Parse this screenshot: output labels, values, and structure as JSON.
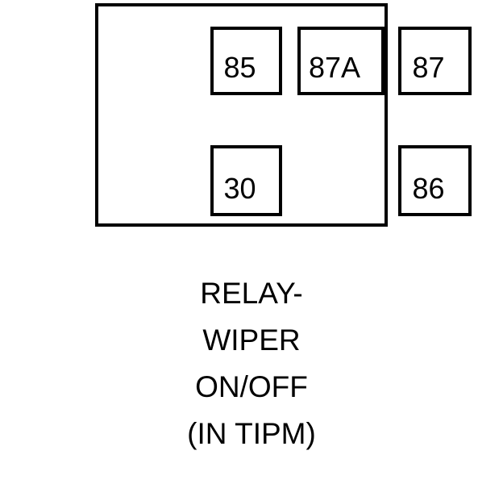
{
  "diagram": {
    "type": "automotive-relay-pinout",
    "component": {
      "name": "relay-body",
      "shape": "rectangle",
      "border_color": "#000000",
      "fill_color": "#ffffff"
    },
    "terminals": [
      {
        "id": "85",
        "label": "85",
        "row": "top",
        "position": "left"
      },
      {
        "id": "87A",
        "label": "87A",
        "row": "top",
        "position": "center"
      },
      {
        "id": "87",
        "label": "87",
        "row": "top",
        "position": "right"
      },
      {
        "id": "30",
        "label": "30",
        "row": "bottom",
        "position": "left"
      },
      {
        "id": "86",
        "label": "86",
        "row": "bottom",
        "position": "right"
      }
    ],
    "caption": {
      "lines": [
        "RELAY-",
        "WIPER",
        "ON/OFF",
        "(IN TIPM)"
      ],
      "full_text": "RELAY- WIPER ON/OFF (IN TIPM)"
    },
    "colors": {
      "ink": "#000000",
      "background": "#ffffff"
    }
  }
}
